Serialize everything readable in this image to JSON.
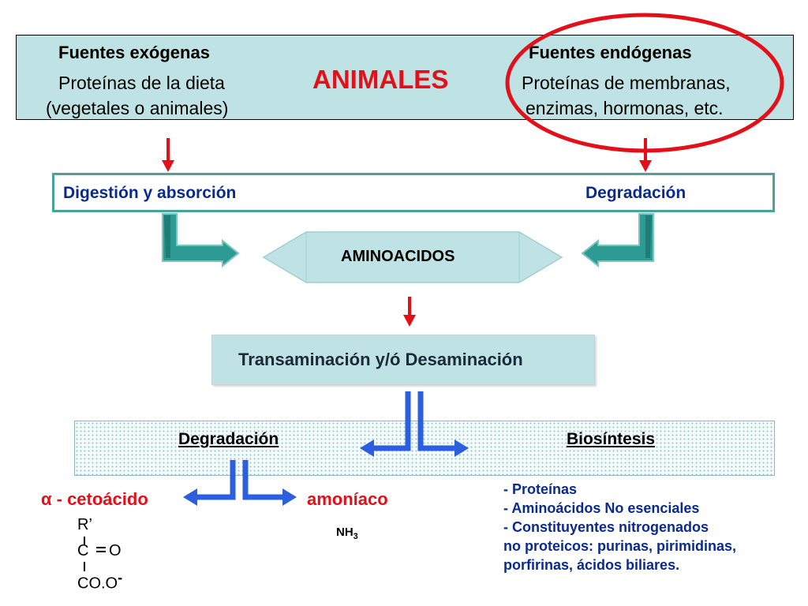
{
  "header": {
    "exogenous_title": "Fuentes exógenas",
    "exogenous_line1": "Proteínas de la dieta",
    "exogenous_line2": "(vegetales o animales)",
    "center_title": "ANIMALES",
    "endogenous_title": "Fuentes endógenas",
    "endogenous_line1": "Proteínas de membranas,",
    "endogenous_line2": "enzimas, hormonas, etc."
  },
  "middle": {
    "left_label": "Digestión y absorción",
    "right_label": "Degradación"
  },
  "hub": {
    "label": "AMINOACIDOS"
  },
  "process": {
    "label": "Transaminación y/ó Desaminación"
  },
  "outcomes": {
    "left_label": "Degradación",
    "right_label": "Biosíntesis"
  },
  "products": {
    "keto_acid": "α - cetoácido",
    "ammonia": "amoníaco",
    "nh3_base": "NH",
    "nh3_sub": "3"
  },
  "biosynthesis_list": {
    "line1": "- Proteínas",
    "line2": "- Aminoácidos No esenciales",
    "line3": "- Constituyentes nitrogenados",
    "line4": "no proteicos: purinas, pirimidinas,",
    "line5": "porfirinas, ácidos biliares."
  },
  "structure": {
    "r_group": "R’",
    "carbonyl_c": "C",
    "carbonyl_o": "O",
    "carboxylate": "CO.O",
    "charge": "-"
  },
  "colors": {
    "highlight_red": "#e3101a",
    "teal_arrow": "#2e9a94",
    "blue_arrow": "#2b5fe0",
    "box_fill": "#bfe3e4"
  }
}
